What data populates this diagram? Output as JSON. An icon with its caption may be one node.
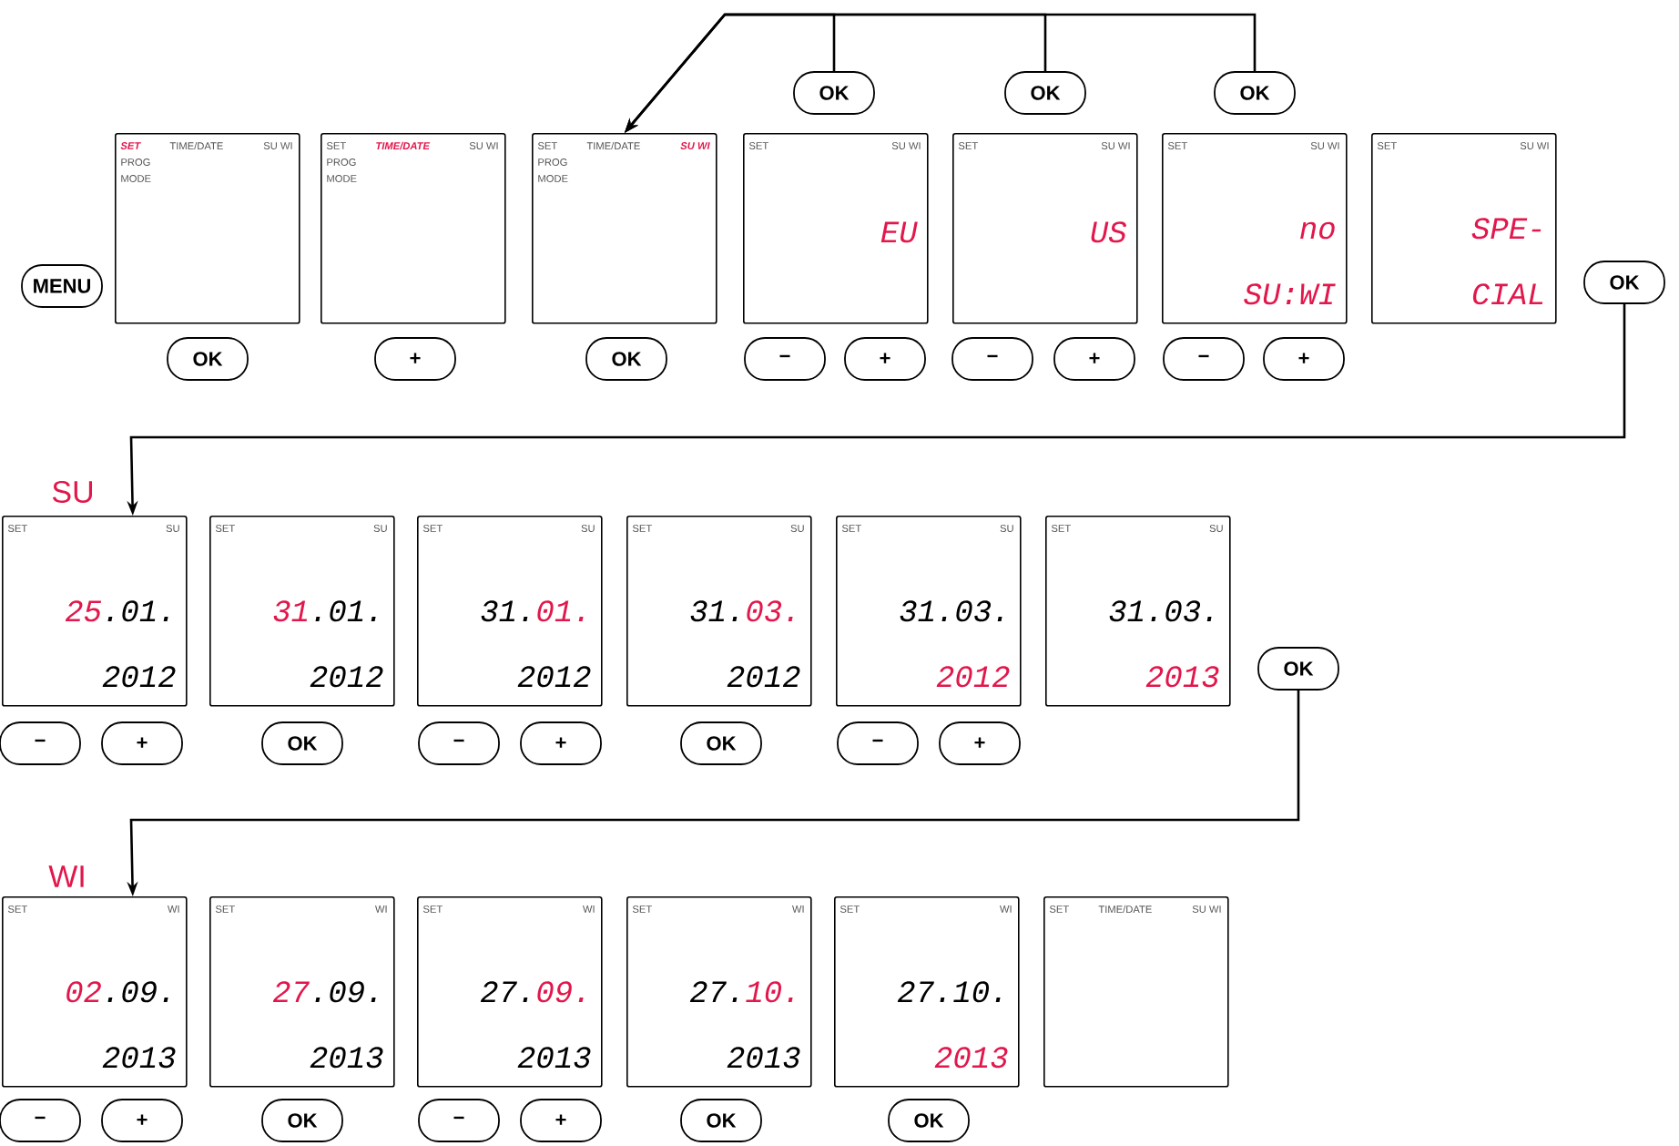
{
  "diagram": {
    "nodes": [
      {
        "text": [
          "OK"
        ]
      },
      {
        "text": [
          "OK"
        ]
      },
      {
        "text": [
          "OK"
        ]
      },
      {
        "text": [
          "SET",
          "TIME/DATE",
          "SU WI",
          "PROG",
          "MODE"
        ]
      },
      {
        "text": [
          "SET",
          "TIME/DATE",
          "SU WI",
          "PROG",
          "MODE"
        ]
      },
      {
        "text": [
          "SET",
          "TIME/DATE",
          "SU WI",
          "PROG",
          "MODE"
        ]
      },
      {
        "text": [
          "SET",
          "SU WI",
          "EU"
        ]
      },
      {
        "text": [
          "SET",
          "SU WI",
          "US"
        ]
      },
      {
        "text": [
          "SET",
          "SU WI",
          "no",
          "SU:WI"
        ]
      },
      {
        "text": [
          "SET",
          "SU WI",
          "SPE-",
          "CIAL"
        ]
      },
      {
        "text": [
          "MENU"
        ]
      },
      {
        "text": [
          "OK"
        ]
      },
      {
        "text": [
          "OK"
        ]
      },
      {
        "text": [
          "+"
        ]
      },
      {
        "text": [
          "OK"
        ]
      },
      {
        "text": [
          "−"
        ]
      },
      {
        "text": [
          "+"
        ]
      },
      {
        "text": [
          "−"
        ]
      },
      {
        "text": [
          "+"
        ]
      },
      {
        "text": [
          "−"
        ]
      },
      {
        "text": [
          "+"
        ]
      },
      {
        "text": [
          "SET",
          "SU",
          "25",
          ".01.",
          "2012"
        ]
      },
      {
        "text": [
          "SET",
          "SU",
          "31",
          ".01.",
          "2012"
        ]
      },
      {
        "text": [
          "SET",
          "SU",
          "31.",
          "01.",
          "2012"
        ]
      },
      {
        "text": [
          "SET",
          "SU",
          "31.",
          "03.",
          "2012"
        ]
      },
      {
        "text": [
          "SET",
          "SU",
          "31.03.",
          "2012"
        ]
      },
      {
        "text": [
          "SET",
          "SU",
          "31.03.",
          "2013"
        ]
      },
      {
        "text": [
          "OK"
        ]
      },
      {
        "text": [
          "−"
        ]
      },
      {
        "text": [
          "+"
        ]
      },
      {
        "text": [
          "OK"
        ]
      },
      {
        "text": [
          "−"
        ]
      },
      {
        "text": [
          "+"
        ]
      },
      {
        "text": [
          "OK"
        ]
      },
      {
        "text": [
          "−"
        ]
      },
      {
        "text": [
          "+"
        ]
      },
      {
        "text": [
          "SET",
          "WI",
          "02",
          ".09.",
          "2013"
        ]
      },
      {
        "text": [
          "SET",
          "WI",
          "27",
          ".09.",
          "2013"
        ]
      },
      {
        "text": [
          "SET",
          "WI",
          "27.",
          "09.",
          "2013"
        ]
      },
      {
        "text": [
          "SET",
          "WI",
          "27.",
          "10.",
          "2013"
        ]
      },
      {
        "text": [
          "SET",
          "WI",
          "27.10.",
          "2013"
        ]
      },
      {
        "text": [
          "SET",
          "TIME/DATE",
          "SU WI"
        ]
      },
      {
        "text": [
          "−"
        ]
      },
      {
        "text": [
          "+"
        ]
      },
      {
        "text": [
          "OK"
        ]
      },
      {
        "text": [
          "−"
        ]
      },
      {
        "text": [
          "+"
        ]
      },
      {
        "text": [
          "OK"
        ]
      },
      {
        "text": [
          "OK"
        ]
      }
    ],
    "edges": [
      {
        "from": 0,
        "to": 5,
        "arrow": "to"
      },
      {
        "from": 1,
        "to": 5,
        "arrow": "to"
      },
      {
        "from": 2,
        "to": 5,
        "arrow": "to"
      },
      {
        "from": 11,
        "to": 21,
        "arrow": "to"
      },
      {
        "from": 27,
        "to": 36,
        "arrow": "to"
      }
    ],
    "labels": [
      "SU",
      "WI"
    ]
  }
}
